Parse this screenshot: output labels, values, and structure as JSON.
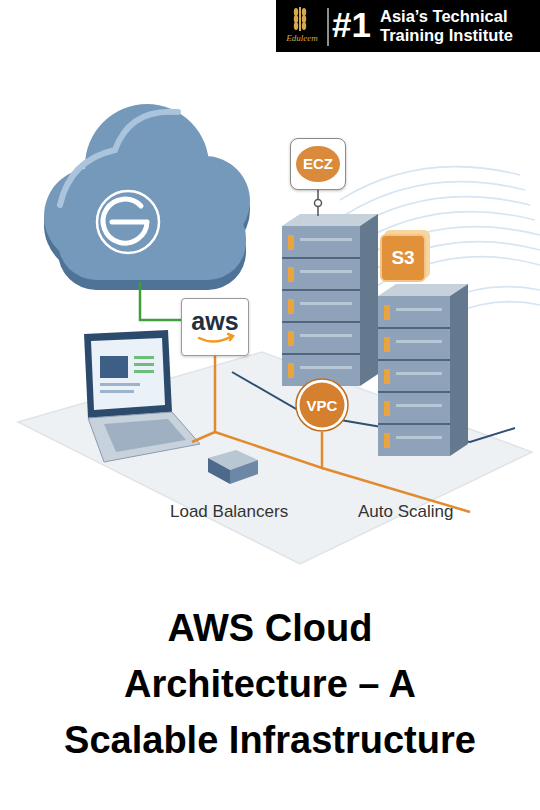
{
  "diagram": {
    "title": "AWS Cloud Architecture – A Scalable Infrastructure",
    "nodes": [
      {
        "text": [
          "Eduleem",
          "#1",
          "Asia’s Technical Training Institute"
        ]
      },
      {
        "text": [
          "ECZ"
        ]
      },
      {
        "text": [
          "S3"
        ]
      },
      {
        "text": [
          "aws"
        ]
      },
      {
        "text": [
          "VPC"
        ]
      }
    ],
    "edges": [
      {
        "from": 3,
        "to": 4,
        "arrow": "none"
      }
    ],
    "labels": [
      "Load Balancers",
      "Auto Scaling"
    ]
  }
}
